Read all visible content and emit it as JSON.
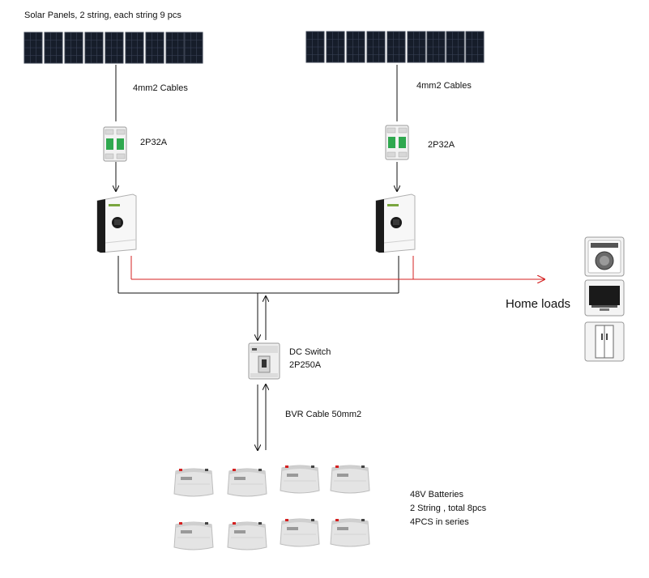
{
  "labels": {
    "solar_panels": "Solar Panels, 2 string, each string 9 pcs",
    "cable_left": "4mm2 Cables",
    "cable_right": "4mm2 Cables",
    "breaker_left": "2P32A",
    "breaker_right": "2P32A",
    "home_loads": "Home loads",
    "dc_switch_line1": "DC Switch",
    "dc_switch_line2": "2P250A",
    "bvr_cable": "BVR Cable 50mm2",
    "batteries_line1": "48V Batteries",
    "batteries_line2": "2 String , total 8pcs",
    "batteries_line3": "4PCS in series"
  },
  "icons": [
    "solar-panel-icon",
    "circuit-breaker-icon",
    "inverter-icon",
    "dc-switch-icon",
    "battery-icon",
    "washing-machine-icon",
    "television-icon",
    "refrigerator-icon"
  ],
  "colors": {
    "ac_line": "#d42020",
    "dc_line": "#111111",
    "panel": "#161d2a"
  }
}
